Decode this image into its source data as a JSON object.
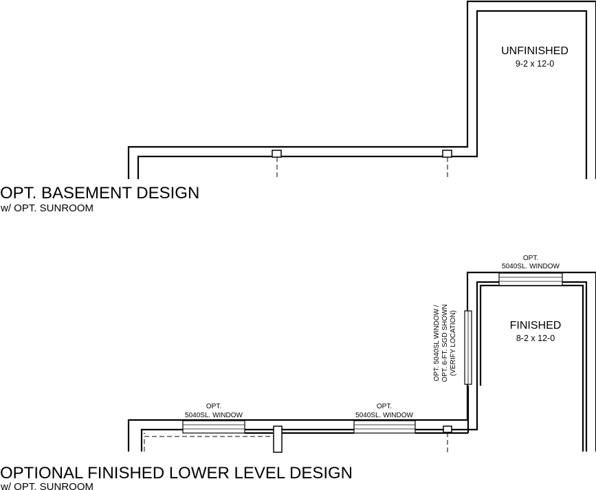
{
  "basement": {
    "room_name": "UNFINISHED",
    "room_dims": "9-2 x 12-0",
    "title": "OPT. BASEMENT DESIGN",
    "subtitle": "w/ OPT. SUNROOM"
  },
  "lower_level": {
    "room_name": "FINISHED",
    "room_dims": "8-2 x 12-0",
    "title": "OPTIONAL FINISHED LOWER LEVEL DESIGN",
    "subtitle": "w/ OPT. SUNROOM",
    "top_window": {
      "line1": "OPT.",
      "line2": "5040SL. WINDOW"
    },
    "left_window": {
      "line1": "OPT.",
      "line2": "5040SL. WINDOW"
    },
    "mid_window": {
      "line1": "OPT.",
      "line2": "5040SL. WINDOW"
    },
    "side_note": {
      "line1": "OPT. 5040SL WINDOW /",
      "line2": "OPT. 6-FT. SGD SHOWN",
      "line3": "(VERIFY LOCATION)"
    }
  }
}
